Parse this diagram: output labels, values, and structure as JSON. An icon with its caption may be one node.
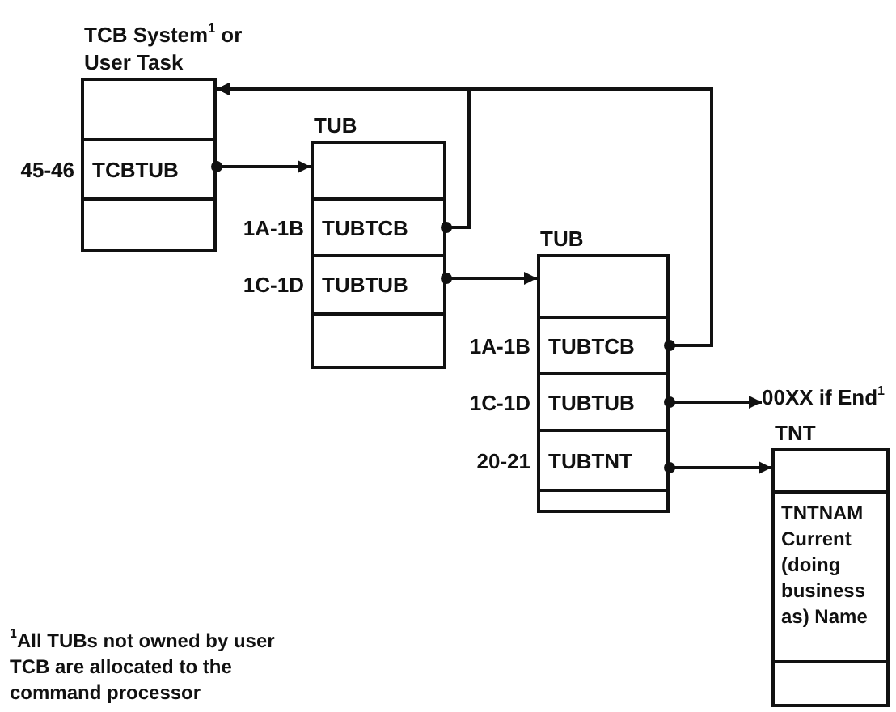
{
  "diagram": {
    "nodes": [
      {
        "text": [
          "TCB System$^{1}$ or User Task"
        ]
      },
      {
        "text": [],
        "shape": "box",
        "in": 0
      },
      {
        "text": [
          "TCBTUB"
        ],
        "in": 0,
        "beside": [
          "45-46"
        ]
      },
      {
        "text": [],
        "shape": "box",
        "in": 0
      },
      {
        "text": [
          "TUB"
        ]
      },
      {
        "text": [],
        "shape": "box",
        "in": 4
      },
      {
        "text": [
          "TUBTCB"
        ],
        "in": 4,
        "beside": [
          "1A-1B"
        ]
      },
      {
        "text": [
          "TUBTUB"
        ],
        "in": 4,
        "beside": [
          "1C-1D"
        ]
      },
      {
        "text": [],
        "shape": "box",
        "in": 4
      },
      {
        "text": [
          "TUB"
        ]
      },
      {
        "text": [],
        "shape": "box",
        "in": 9
      },
      {
        "text": [
          "TUBTCB"
        ],
        "in": 9,
        "beside": [
          "1A-1B"
        ]
      },
      {
        "text": [
          "TUBTUB"
        ],
        "in": 9,
        "beside": [
          "1C-1D"
        ]
      },
      {
        "text": [
          "TUBTNT"
        ],
        "in": 9,
        "beside": [
          "20-21"
        ]
      },
      {
        "text": [],
        "shape": "box",
        "in": 9
      },
      {
        "text": [
          "00XX if End$^{1}$"
        ]
      },
      {
        "text": [
          "TNT"
        ]
      },
      {
        "text": [],
        "shape": "box",
        "in": 16
      },
      {
        "text": [
          "TNTNAM",
          "Current (doing business as) Name"
        ],
        "in": 16
      },
      {
        "text": [],
        "shape": "box",
        "in": 16
      }
    ],
    "edges": [
      {
        "from": 2,
        "to": 4,
        "arrow": "to"
      },
      {
        "from": 6,
        "to": 0,
        "arrow": "to"
      },
      {
        "from": 7,
        "to": 9,
        "arrow": "to"
      },
      {
        "from": 11,
        "to": 0,
        "arrow": "to"
      },
      {
        "from": 12,
        "to": 15,
        "arrow": "to"
      },
      {
        "from": 13,
        "to": 16,
        "arrow": "to"
      }
    ],
    "labels": [
      "$^{1}$All TUBs not owned by user TCB are allocated to the command processor"
    ]
  }
}
